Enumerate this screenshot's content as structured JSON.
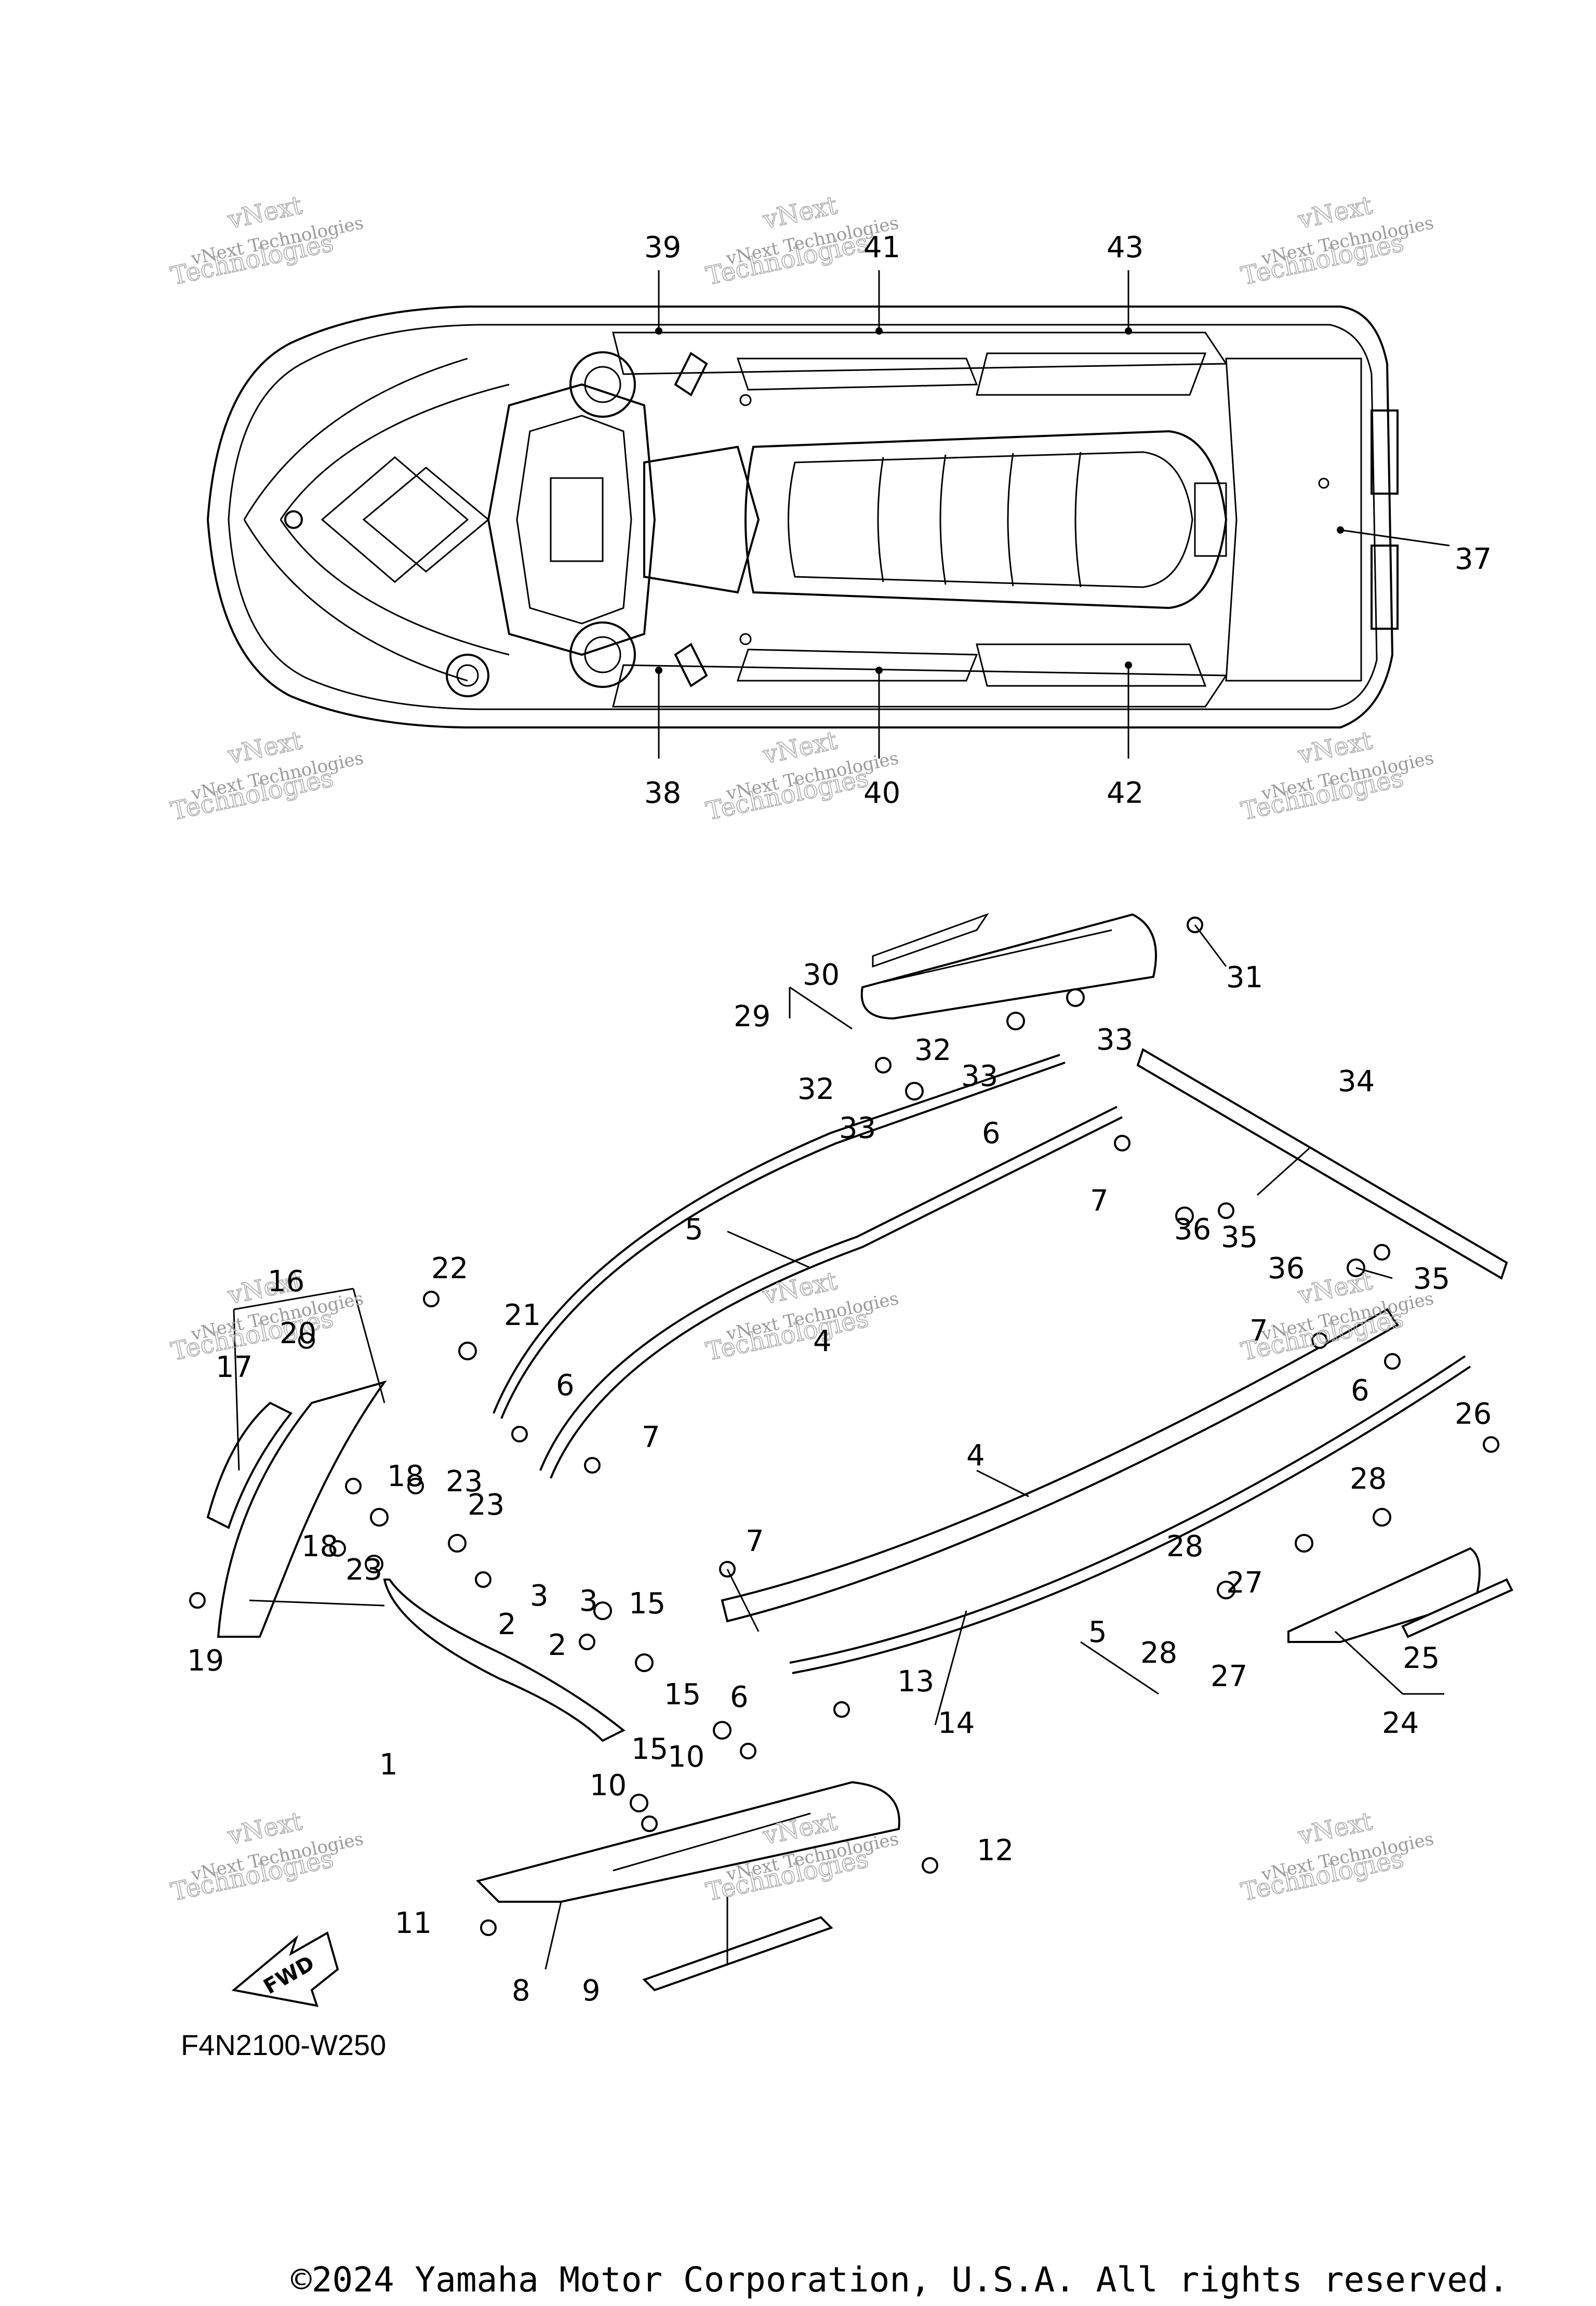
{
  "diagram": {
    "code": "F4N2100-W250",
    "copyright": "©2024 Yamaha Motor Corporation, U.S.A. All rights reserved.",
    "fwd_label": "FWD",
    "watermark": {
      "line1": "vNext",
      "line2": "vNext Technologies",
      "line3": "Technologies"
    },
    "callouts": [
      {
        "id": "39",
        "label": "39"
      },
      {
        "id": "41",
        "label": "41"
      },
      {
        "id": "43",
        "label": "43"
      },
      {
        "id": "37",
        "label": "37"
      },
      {
        "id": "38",
        "label": "38"
      },
      {
        "id": "40",
        "label": "40"
      },
      {
        "id": "42",
        "label": "42"
      },
      {
        "id": "30",
        "label": "30"
      },
      {
        "id": "29",
        "label": "29"
      },
      {
        "id": "31",
        "label": "31"
      },
      {
        "id": "32a",
        "label": "32"
      },
      {
        "id": "33a",
        "label": "33"
      },
      {
        "id": "33b",
        "label": "33"
      },
      {
        "id": "32b",
        "label": "32"
      },
      {
        "id": "33c",
        "label": "33"
      },
      {
        "id": "34",
        "label": "34"
      },
      {
        "id": "6a",
        "label": "6"
      },
      {
        "id": "7a",
        "label": "7"
      },
      {
        "id": "5a",
        "label": "5"
      },
      {
        "id": "35a",
        "label": "35"
      },
      {
        "id": "36a",
        "label": "36"
      },
      {
        "id": "36b",
        "label": "36"
      },
      {
        "id": "35b",
        "label": "35"
      },
      {
        "id": "16",
        "label": "16"
      },
      {
        "id": "22",
        "label": "22"
      },
      {
        "id": "21",
        "label": "21"
      },
      {
        "id": "20",
        "label": "20"
      },
      {
        "id": "17",
        "label": "17"
      },
      {
        "id": "4a",
        "label": "4"
      },
      {
        "id": "7b",
        "label": "7"
      },
      {
        "id": "6b",
        "label": "6"
      },
      {
        "id": "6c",
        "label": "6"
      },
      {
        "id": "7c",
        "label": "7"
      },
      {
        "id": "18a",
        "label": "18"
      },
      {
        "id": "23a",
        "label": "23"
      },
      {
        "id": "26",
        "label": "26"
      },
      {
        "id": "4b",
        "label": "4"
      },
      {
        "id": "18b",
        "label": "18"
      },
      {
        "id": "23b",
        "label": "23"
      },
      {
        "id": "23c",
        "label": "23"
      },
      {
        "id": "28a",
        "label": "28"
      },
      {
        "id": "7d",
        "label": "7"
      },
      {
        "id": "28b",
        "label": "28"
      },
      {
        "id": "3a",
        "label": "3"
      },
      {
        "id": "27a",
        "label": "27"
      },
      {
        "id": "2a",
        "label": "2"
      },
      {
        "id": "19",
        "label": "19"
      },
      {
        "id": "3b",
        "label": "3"
      },
      {
        "id": "15a",
        "label": "15"
      },
      {
        "id": "5b",
        "label": "5"
      },
      {
        "id": "28c",
        "label": "28"
      },
      {
        "id": "2b",
        "label": "2"
      },
      {
        "id": "27b",
        "label": "27"
      },
      {
        "id": "25",
        "label": "25"
      },
      {
        "id": "6d",
        "label": "6"
      },
      {
        "id": "13",
        "label": "13"
      },
      {
        "id": "15b",
        "label": "15"
      },
      {
        "id": "14",
        "label": "14"
      },
      {
        "id": "24",
        "label": "24"
      },
      {
        "id": "1",
        "label": "1"
      },
      {
        "id": "15c",
        "label": "15"
      },
      {
        "id": "10a",
        "label": "10"
      },
      {
        "id": "10b",
        "label": "10"
      },
      {
        "id": "12",
        "label": "12"
      },
      {
        "id": "11",
        "label": "11"
      },
      {
        "id": "8",
        "label": "8"
      },
      {
        "id": "9",
        "label": "9"
      }
    ]
  }
}
